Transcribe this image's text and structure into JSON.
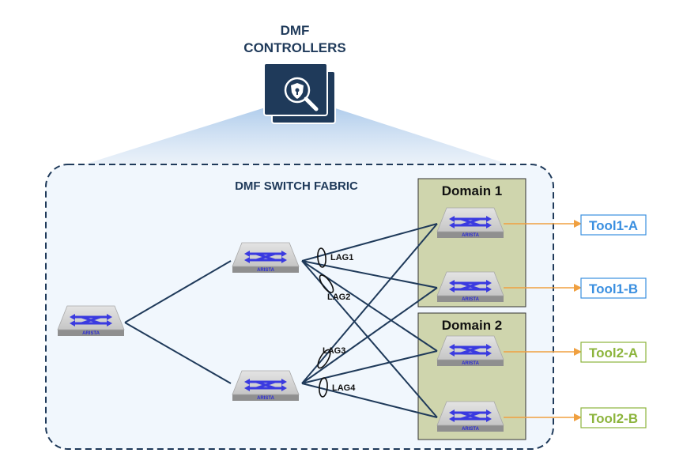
{
  "controllers": {
    "title_line1": "DMF",
    "title_line2": "CONTROLLERS",
    "icon": "shield-search-icon"
  },
  "fabric": {
    "title": "DMF SWITCH FABRIC"
  },
  "switch_brand": "ARISTA",
  "lags": [
    "LAG1",
    "LAG2",
    "LAG3",
    "LAG4"
  ],
  "domains": [
    {
      "label": "Domain 1"
    },
    {
      "label": "Domain 2"
    }
  ],
  "tools": [
    {
      "label": "Tool1-A",
      "color": "#3a8fe0"
    },
    {
      "label": "Tool1-B",
      "color": "#3a8fe0"
    },
    {
      "label": "Tool2-A",
      "color": "#8cb43c"
    },
    {
      "label": "Tool2-B",
      "color": "#8cb43c"
    }
  ],
  "colors": {
    "navy": "#1f3a5a",
    "fabric_bg": "#f1f7fd",
    "domain_bg": "#cfd5ad",
    "arrow": "#f0a040",
    "switch_arrows": "#3a3ae0"
  }
}
